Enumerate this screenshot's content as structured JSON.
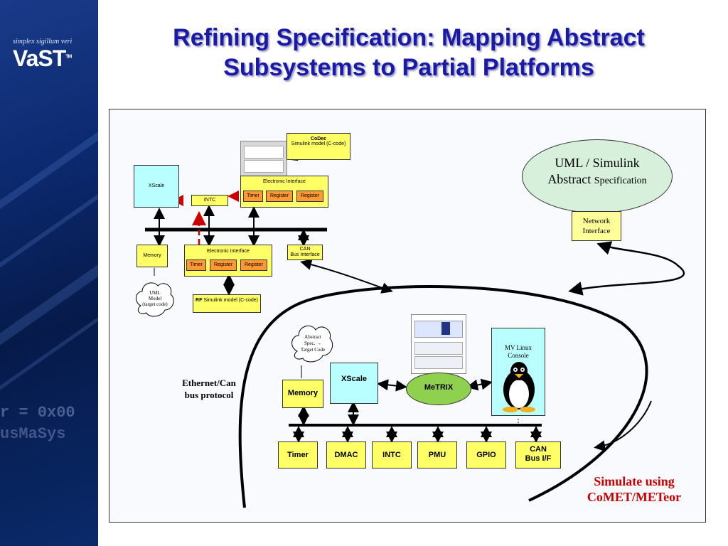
{
  "sidebar": {
    "tagline": "simplex sigillum veri",
    "logo": "VaST",
    "logo_tm": "TM",
    "bg_code_1": "r = 0x00",
    "bg_code_2": "usMaSys"
  },
  "title": {
    "line1": "Refining Specification: Mapping Abstract",
    "line2": "Subsystems to Partial Platforms"
  },
  "top_diagram": {
    "codec_title": "CoDec",
    "codec_sub": "Simulink model (C-code)",
    "xscale": "XScale",
    "intc": "INTC",
    "ei_top": {
      "title": "Electronic Interface",
      "timer": "Timer",
      "reg1": "Register",
      "reg2": "Register"
    },
    "memory": "Memory",
    "ei_bottom": {
      "title": "Electronic Interface",
      "timer": "Timer",
      "reg1": "Register",
      "reg2": "Register"
    },
    "can_if": "CAN\nBus Interface",
    "uml_model": "UML\nModel\n(target code)",
    "rf_title": "RF",
    "rf_sub": "Simulink model (C-code)"
  },
  "spec": {
    "ellipse_line1": "UML / Simulink",
    "ellipse_line2a": "Abstract ",
    "ellipse_line2b": "Specification",
    "network_if": "Network\nInterface"
  },
  "platform": {
    "abstract_cloud": "Abstract\nSpec. → \nTarget Code",
    "xscale": "XScale",
    "memory": "Memory",
    "metrix": "MeTRIX",
    "linux_console": "MV Linux\nConsole",
    "ethernet_label": "Ethernet/Can\nbus protocol",
    "timer": "Timer",
    "dmac": "DMAC",
    "intc": "INTC",
    "pmu": "PMU",
    "gpio": "GPIO",
    "can_bus": "CAN\nBus I/F",
    "simulate": "Simulate using\nCoMET/METeor"
  },
  "colors": {
    "title": "#1a1aa8",
    "box_fill": "#ffff66",
    "register_fill": "#ff9933",
    "ellipse_fill": "#d6f0dc",
    "metrix_fill": "#8fd14f",
    "network_if_fill": "#ffff99",
    "platform_fill": "#b9ffff",
    "simulate_text": "#cc0000",
    "bus": "#000000",
    "dashed_arrow": "#cc0000"
  },
  "icons": [
    "penguin-icon",
    "cloud-icon",
    "screenshot-thumbnail"
  ]
}
